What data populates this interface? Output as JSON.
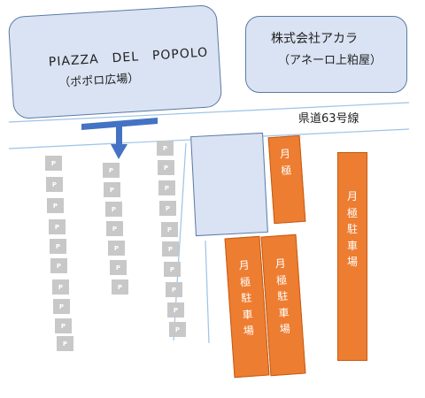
{
  "piazza": {
    "name": "PIAZZA　DEL　POPOLO",
    "sub": "（ポポロ広場）"
  },
  "akara": {
    "name": "株式会社アカラ",
    "sub": "（アネーロ上粕屋）"
  },
  "road": {
    "label": "県道63号線"
  },
  "parking_label": "P",
  "monthly_parking": {
    "short_label": [
      "月",
      "極"
    ],
    "full_label": [
      "月",
      "極",
      "駐",
      "車",
      "場"
    ]
  },
  "colors": {
    "building_fill": "#dae3f3",
    "building_stroke": "#5b7aa7",
    "road_line": "#9dc3e6",
    "entrance_arrow": "#4472c4",
    "parking_spot": "#c8c8c8",
    "monthly_parking": "#ed7d31"
  }
}
